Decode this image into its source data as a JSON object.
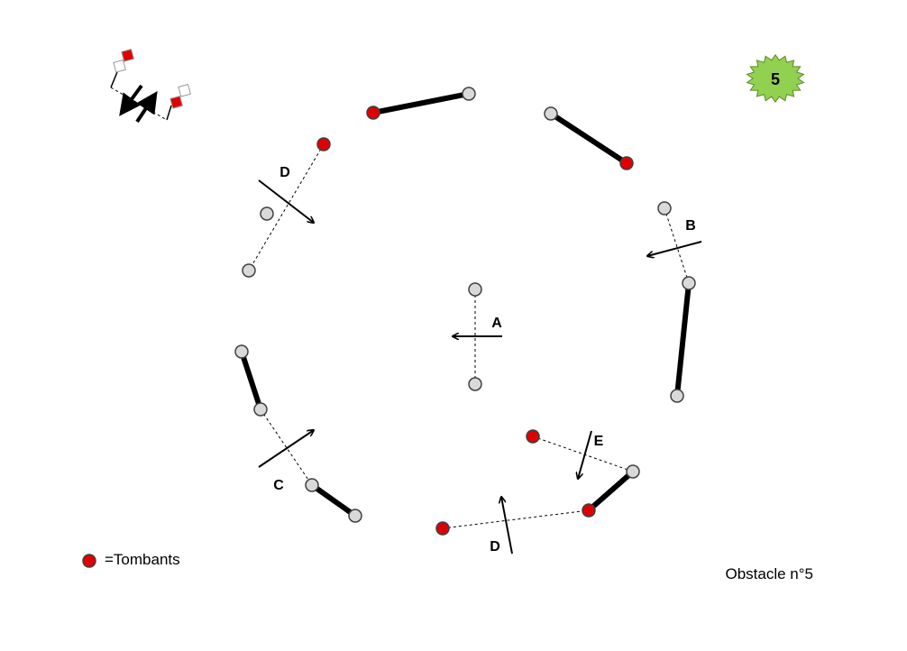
{
  "badge": {
    "number": "5",
    "color": "#92d050"
  },
  "legend": {
    "label": "=Tombants",
    "marker_color": "#e00000"
  },
  "caption": "Obstacle n°5",
  "colors": {
    "pole_fixed": "#d9d9d9",
    "pole_falling": "#e00000",
    "outline": "#404040",
    "bar": "#000000"
  },
  "passes": [
    {
      "id": "pass-a",
      "label": "A"
    },
    {
      "id": "pass-b",
      "label": "B"
    },
    {
      "id": "pass-c",
      "label": "C"
    },
    {
      "id": "pass-d-top",
      "label": "D"
    },
    {
      "id": "pass-d-bottom",
      "label": "D"
    },
    {
      "id": "pass-e",
      "label": "E"
    }
  ],
  "poles": [
    {
      "id": "top-bar-left",
      "type": "falling"
    },
    {
      "id": "top-bar-right",
      "type": "fixed"
    },
    {
      "id": "top-right-bar-top",
      "type": "fixed"
    },
    {
      "id": "top-right-bar-bottom",
      "type": "falling"
    },
    {
      "id": "d-top-red",
      "type": "falling"
    },
    {
      "id": "d-top-mid",
      "type": "fixed"
    },
    {
      "id": "d-top-low",
      "type": "fixed"
    },
    {
      "id": "b-top",
      "type": "fixed"
    },
    {
      "id": "right-bar-top",
      "type": "fixed"
    },
    {
      "id": "right-bar-bottom",
      "type": "fixed"
    },
    {
      "id": "a-top",
      "type": "fixed"
    },
    {
      "id": "a-bottom",
      "type": "fixed"
    },
    {
      "id": "left-bar-top",
      "type": "fixed"
    },
    {
      "id": "left-bar-bottom",
      "type": "fixed"
    },
    {
      "id": "c-bar-top",
      "type": "fixed"
    },
    {
      "id": "c-bar-bottom",
      "type": "fixed"
    },
    {
      "id": "e-red",
      "type": "falling"
    },
    {
      "id": "e-grey",
      "type": "fixed"
    },
    {
      "id": "e-bar-red",
      "type": "falling"
    },
    {
      "id": "d-bottom-red",
      "type": "falling"
    }
  ]
}
